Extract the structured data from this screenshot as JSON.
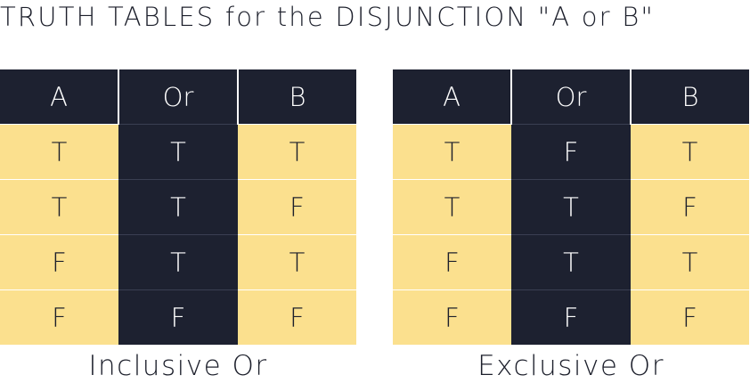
{
  "title": "TRUTH TABLES for the DISJUNCTION \"A or B\"",
  "colors": {
    "dark": "#1d2130",
    "yellow": "#fbe08e",
    "text": "#1c1f2b"
  },
  "tables": [
    {
      "caption": "Inclusive Or",
      "headers": [
        "A",
        "Or",
        "B"
      ],
      "rows": [
        [
          "T",
          "T",
          "T"
        ],
        [
          "T",
          "T",
          "F"
        ],
        [
          "F",
          "T",
          "T"
        ],
        [
          "F",
          "F",
          "F"
        ]
      ]
    },
    {
      "caption": "Exclusive Or",
      "headers": [
        "A",
        "Or",
        "B"
      ],
      "rows": [
        [
          "T",
          "F",
          "T"
        ],
        [
          "T",
          "T",
          "F"
        ],
        [
          "F",
          "T",
          "T"
        ],
        [
          "F",
          "F",
          "F"
        ]
      ]
    }
  ]
}
